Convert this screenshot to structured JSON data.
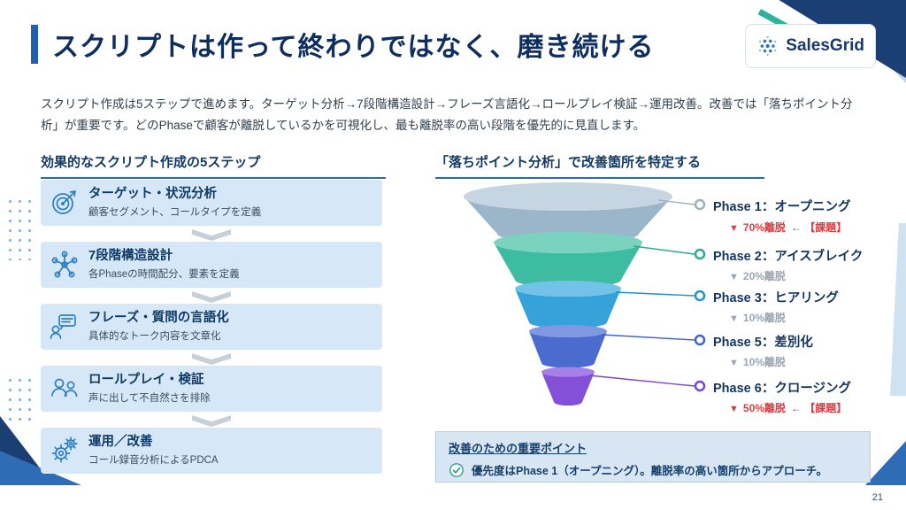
{
  "slide": {
    "title": "スクリプトは作って終わりではなく、磨き続ける",
    "page_number": "21",
    "logo": {
      "text": "SalesGrid"
    },
    "intro": "スクリプト作成は5ステップで進めます。ターゲット分析→7段階構造設計→フレーズ言語化→ロールプレイ検証→運用改善。改善では「落ちポイント分析」が重要です。どのPhaseで顧客が離脱しているかを可視化し、最も離脱率の高い段階を優先的に見直します。"
  },
  "glyphs": {
    "down_triangle": "▼"
  },
  "steps_section": {
    "heading": "効果的なスクリプト作成の5ステップ",
    "steps": [
      {
        "title": "ターゲット・状況分析",
        "desc": "顧客セグメント、コールタイプを定義",
        "icon": "target-icon"
      },
      {
        "title": "7段階構造設計",
        "desc": "各Phaseの時間配分、要素を定義",
        "icon": "network-icon"
      },
      {
        "title": "フレーズ・質問の言語化",
        "desc": "具体的なトーク内容を文章化",
        "icon": "speech-icon"
      },
      {
        "title": "ロールプレイ・検証",
        "desc": "声に出して不自然さを排除",
        "icon": "people-icon"
      },
      {
        "title": "運用／改善",
        "desc": "コール録音分析によるPDCA",
        "icon": "gear-icon"
      }
    ]
  },
  "funnel_section": {
    "heading": "「落ちポイント分析」で改善箇所を特定する",
    "phases": [
      {
        "label": "Phase 1：オープニング",
        "drop": "70%離脱",
        "note": "← 【課題】",
        "critical": true,
        "color": "#9fb0bf"
      },
      {
        "label": "Phase 2：アイスブレイク",
        "drop": "20%離脱",
        "note": "",
        "critical": false,
        "color": "#2eab8f"
      },
      {
        "label": "Phase 3：ヒアリング",
        "drop": "10%離脱",
        "note": "",
        "critical": false,
        "color": "#1f93c9"
      },
      {
        "label": "Phase 5：差別化",
        "drop": "10%離脱",
        "note": "",
        "critical": false,
        "color": "#3f63c8"
      },
      {
        "label": "Phase 6：クロージング",
        "drop": "50%離脱",
        "note": "← 【課題】",
        "critical": true,
        "color": "#7a46cf"
      }
    ]
  },
  "key_point": {
    "heading": "改善のための重要ポイント",
    "text": "優先度はPhase 1（オープニング）。離脱率の高い箇所からアプローチ。"
  },
  "colors": {
    "accent_blue": "#1f5fae",
    "navy": "#0d2e5e",
    "critical_red": "#e03b41",
    "muted_gray": "#9aa6b2"
  }
}
